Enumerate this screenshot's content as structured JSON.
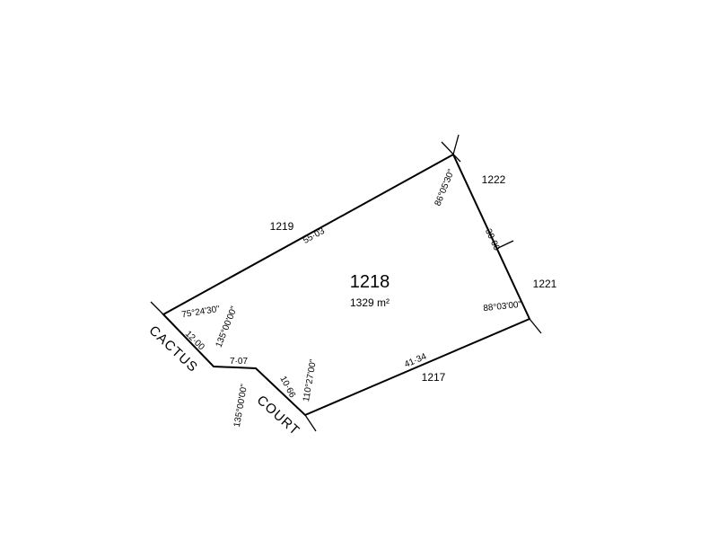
{
  "lot": {
    "number": "1218",
    "area": "1329 m²"
  },
  "street": {
    "word1": "CACTUS",
    "word2": "COURT"
  },
  "neighbours": {
    "north": "1219",
    "northeast": "1222",
    "east": "1221",
    "south": "1217"
  },
  "distances": {
    "north": "55·03",
    "east": "30·00",
    "south": "41·34",
    "frontage1": "12·00",
    "frontage2": "7·07",
    "frontage3": "10·66"
  },
  "angles": {
    "top": "86°05'30\"",
    "right": "88°03'00\"",
    "left": "75°24'30\"",
    "inner1": "135°00'00\"",
    "inner2": "135°00'00\"",
    "bottom": "110°27'00\""
  }
}
